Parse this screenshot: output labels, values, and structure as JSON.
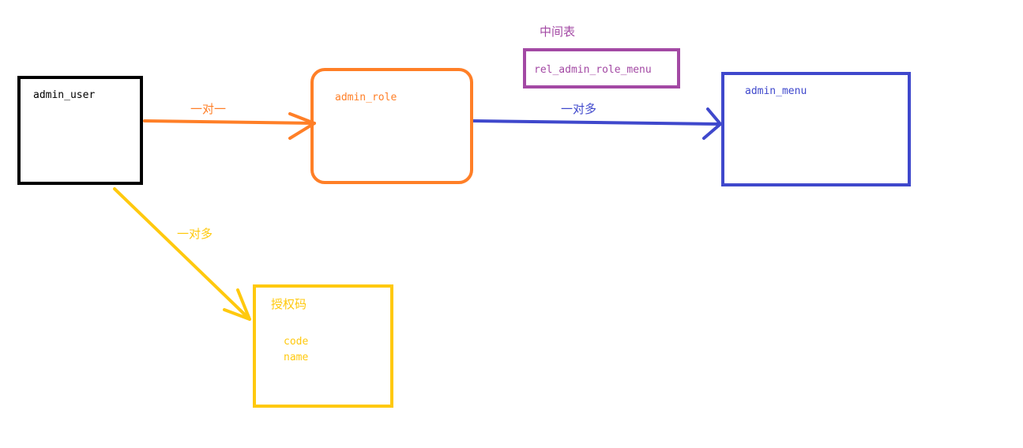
{
  "entities": {
    "admin_user": "admin_user",
    "admin_role": "admin_role",
    "admin_menu": "admin_menu",
    "join_table_label": "中间表",
    "join_table": "rel_admin_role_menu",
    "auth_code": {
      "title": "授权码",
      "fields": [
        "code",
        "name"
      ]
    }
  },
  "relations": {
    "user_role": "一对一",
    "role_menu": "一对多",
    "user_auth": "一对多"
  },
  "colors": {
    "user": "#000000",
    "role": "#ff7f27",
    "join": "#a349a4",
    "menu": "#3f48cc",
    "auth": "#ffc90e"
  }
}
